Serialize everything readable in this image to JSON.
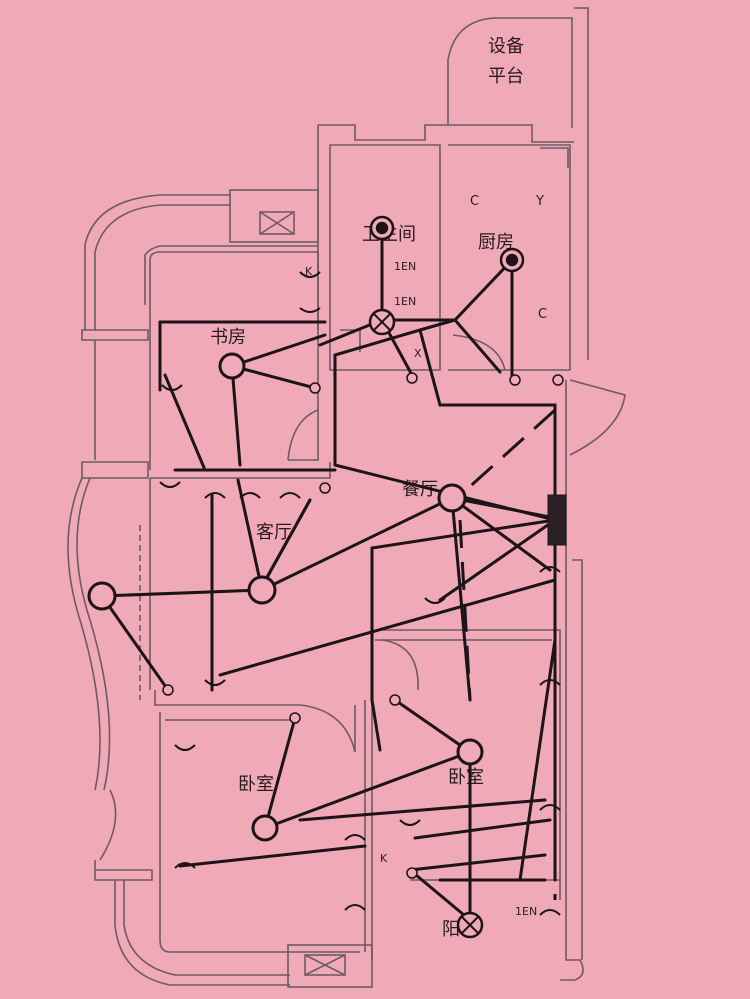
{
  "page": {
    "background": "#f0a9b6",
    "line_color": "#6e5a63",
    "wire_color": "#1c1418"
  },
  "rooms": {
    "equipment_platform": "设备平台",
    "bathroom": "卫生间",
    "kitchen": "厨房",
    "study": "书房",
    "dining": "餐厅",
    "living": "客厅",
    "bedroom_left": "卧室",
    "bedroom_right": "卧室",
    "balcony": "阳"
  },
  "symbols": {
    "ien_1": "1EN",
    "ien_2": "1EN",
    "ien_3": "1EN",
    "c_1": "C",
    "c_2": "C",
    "y_1": "Y",
    "x_1": "X",
    "k_1": "K",
    "k_2": "K"
  }
}
